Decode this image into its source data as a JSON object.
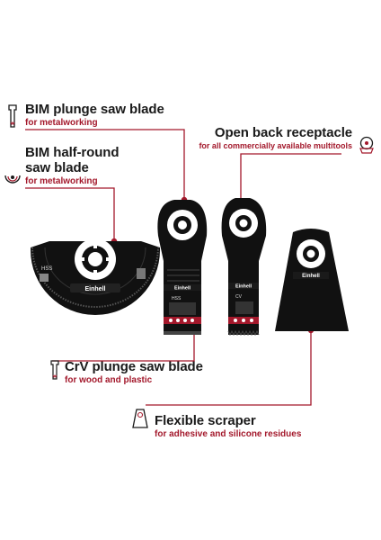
{
  "colors": {
    "accent": "#a3182b",
    "text": "#1a1a1a",
    "blade": "#111111"
  },
  "callouts": {
    "bim_plunge": {
      "title": "BIM plunge saw blade",
      "subtitle": "for metalworking",
      "icon": "plunge-blade-icon"
    },
    "open_back": {
      "title": "Open back receptacle",
      "subtitle": "for all commercially available multitools",
      "icon": "multitool-receptacle-icon"
    },
    "bim_half_round": {
      "title_line1": "BIM half-round",
      "title_line2": "saw blade",
      "subtitle": "for metalworking",
      "icon": "half-round-blade-icon"
    },
    "crv_plunge": {
      "title": "CrV plunge saw blade",
      "subtitle": "for wood and plastic",
      "icon": "plunge-blade-icon"
    },
    "scraper": {
      "title": "Flexible scraper",
      "subtitle": "for adhesive and silicone residues",
      "icon": "scraper-icon"
    }
  },
  "blades": {
    "brand": "Einhell",
    "half_round_mark": "HSS",
    "bim_mark": "HSS",
    "crv_mark": "CV"
  }
}
